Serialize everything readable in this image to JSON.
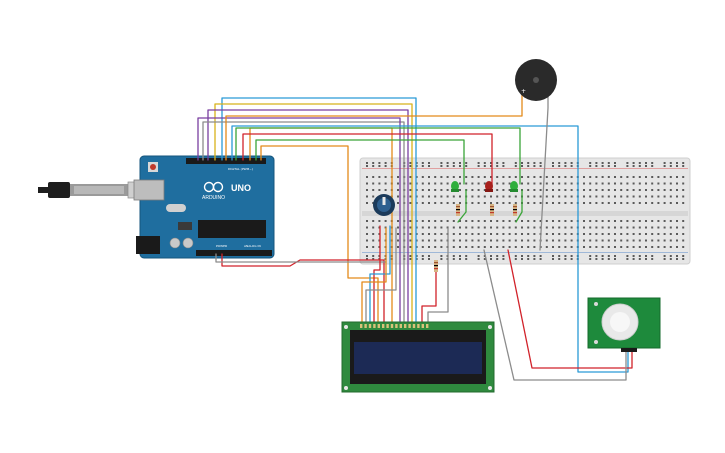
{
  "arduino": {
    "logo": "ARDUINO",
    "model": "UNO",
    "digital_label": "DIGITAL (PWM~)",
    "power_label": "POWER",
    "analog_label": "ANALOG IN"
  },
  "colors": {
    "arduino_board": "#1f6e9f",
    "breadboard": "#e6e6e6",
    "lcd_board": "#2f8a3e",
    "lcd_screen": "#1c2a55",
    "pir_board": "#1e8a3c",
    "buzzer": "#2a2a2a",
    "led_green": "#2fae3c",
    "led_red": "#a8201c",
    "wire_red": "#d1222a",
    "wire_orange": "#e38a1a",
    "wire_yellow": "#d8b21a",
    "wire_green": "#3aa538",
    "wire_blue": "#2a9ad6",
    "wire_purple": "#7a3fa0",
    "wire_gray": "#8c8c8c"
  },
  "components": {
    "usb_cable": "usb-cable-icon",
    "potentiometer": "potentiometer-icon",
    "piezo": "piezo-buzzer-icon",
    "pir_sensor": "pir-motion-sensor-icon",
    "lcd": "lcd-16x2-icon"
  }
}
